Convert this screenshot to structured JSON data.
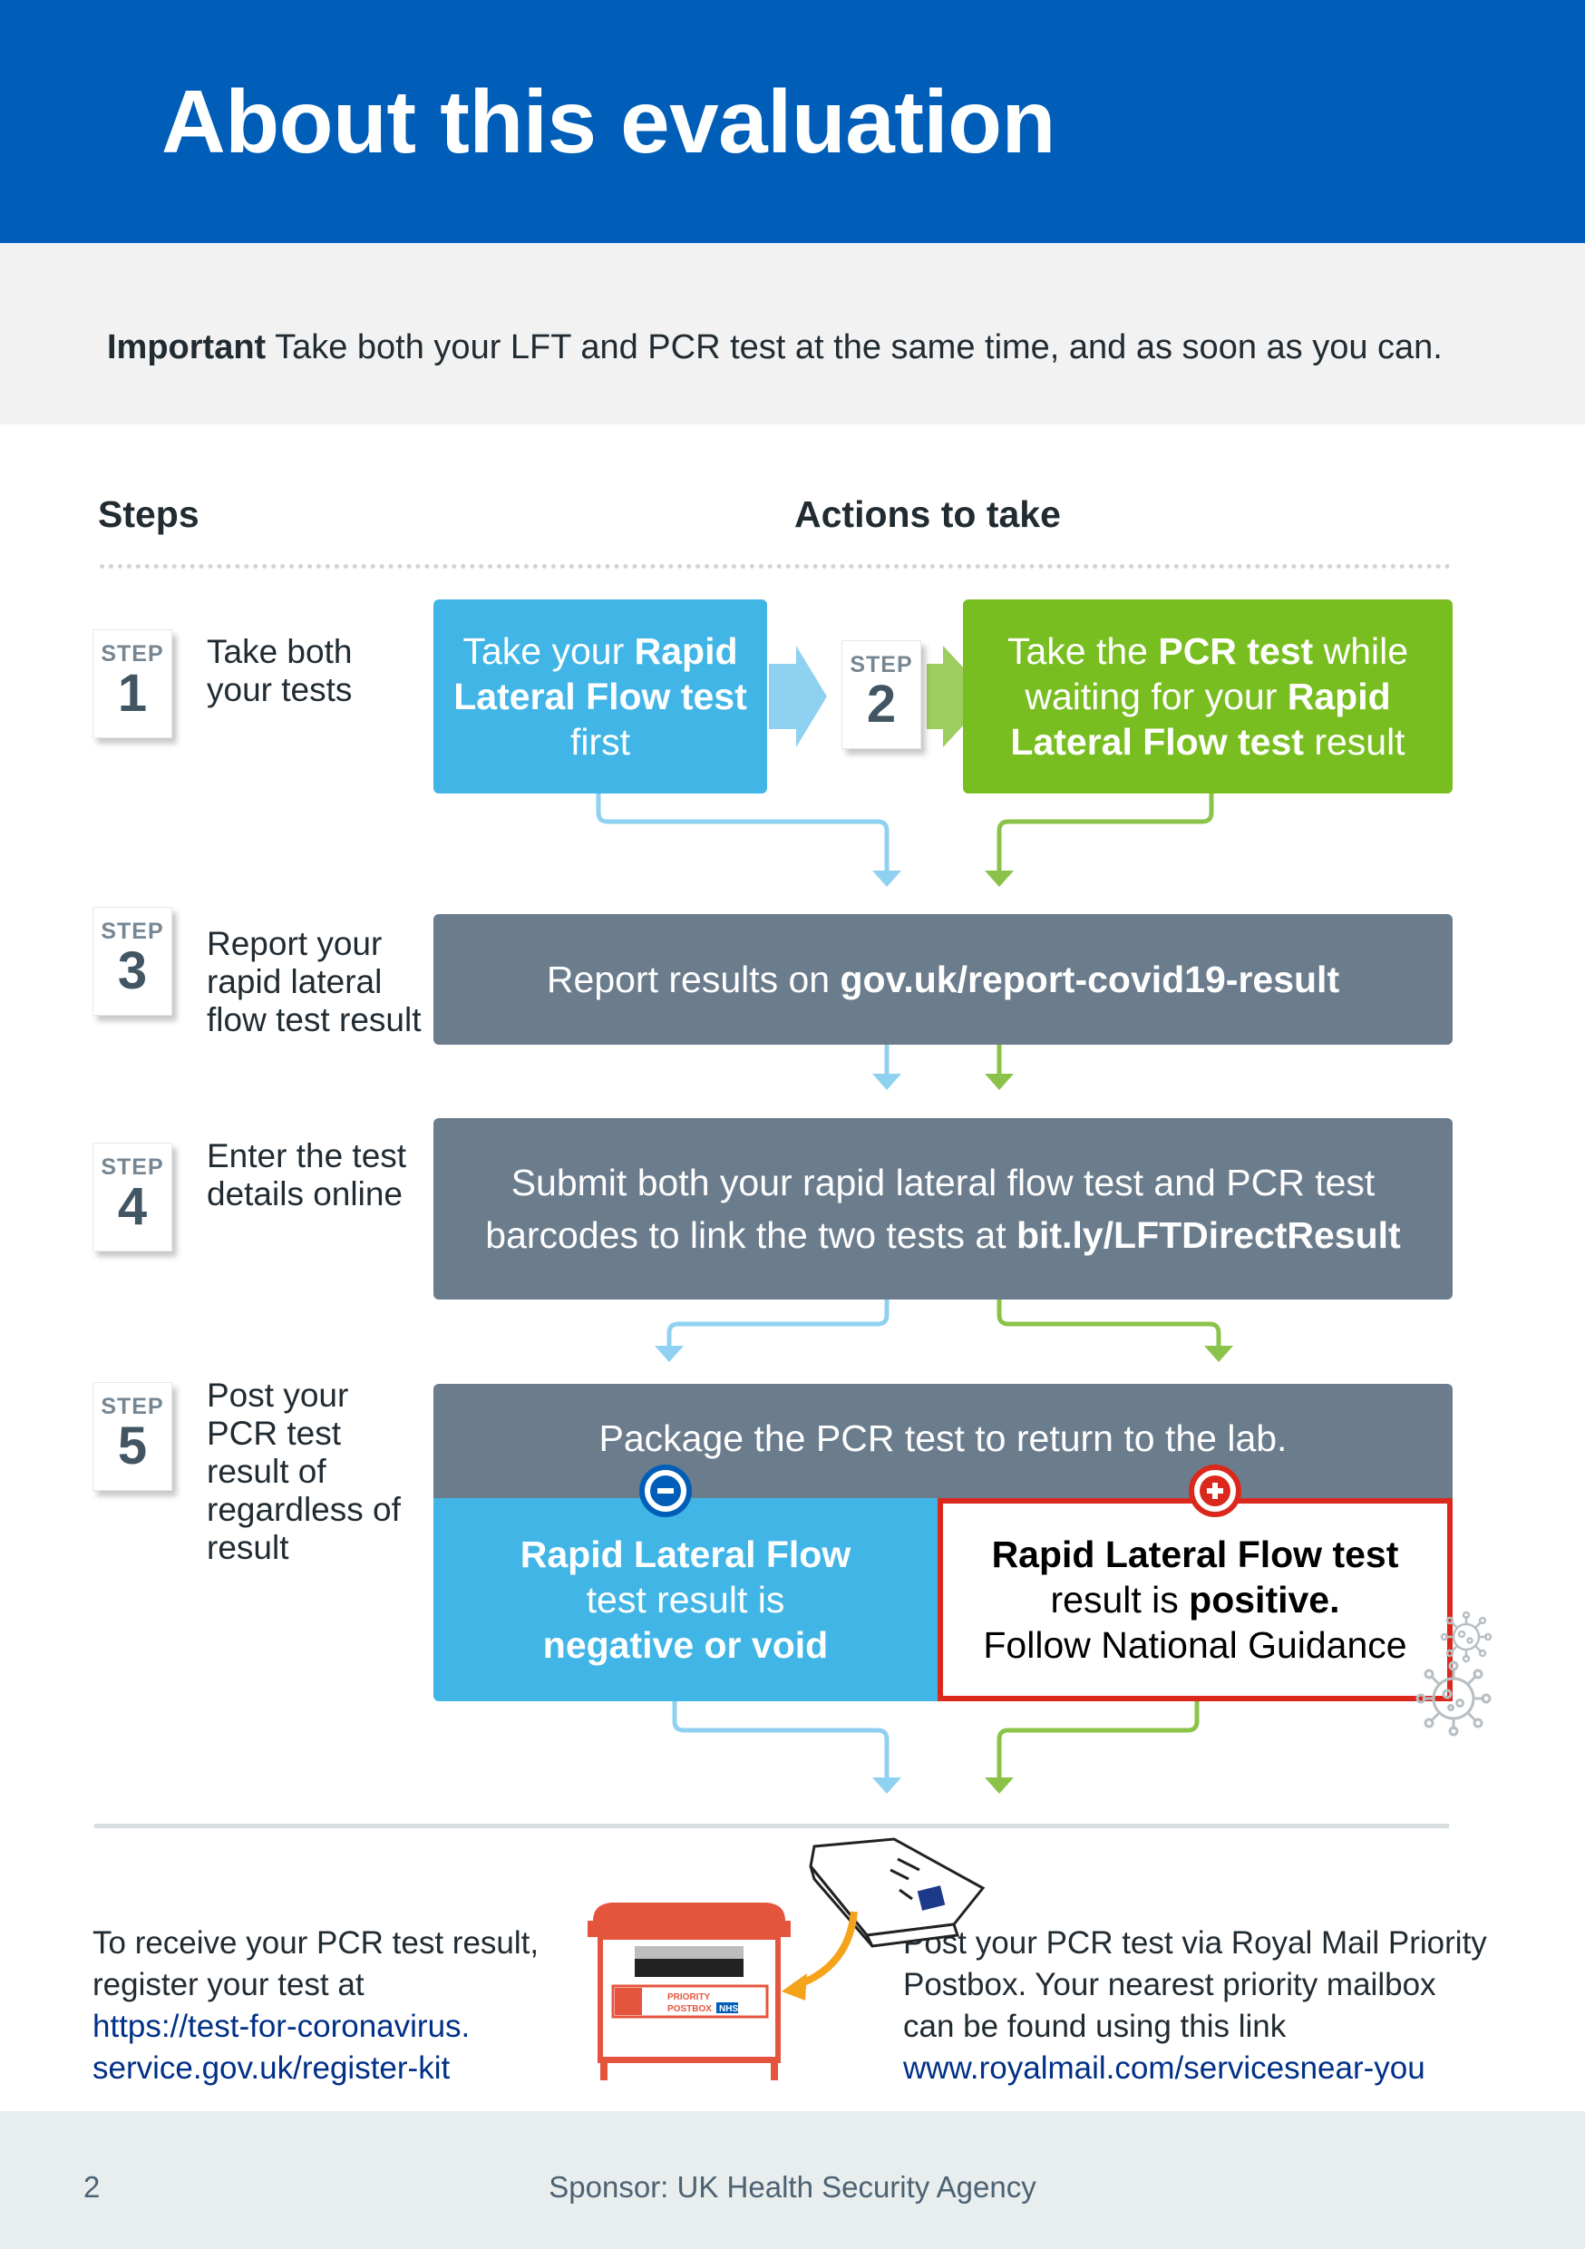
{
  "header": {
    "title": "About this evaluation"
  },
  "important": {
    "label": "Important",
    "text": " Take both your LFT and PCR test at the same time, and as soon as you can."
  },
  "columns": {
    "steps": "Steps",
    "actions": "Actions to take"
  },
  "steps": [
    {
      "word": "STEP",
      "number": "1",
      "text": [
        "Take both",
        "your tests"
      ]
    },
    {
      "word": "STEP",
      "number": "2"
    },
    {
      "word": "STEP",
      "number": "3",
      "text": [
        "Report your",
        "rapid lateral",
        "flow test result"
      ]
    },
    {
      "word": "STEP",
      "number": "4",
      "text": [
        "Enter the test",
        "details online"
      ]
    },
    {
      "word": "STEP",
      "number": "5",
      "text": [
        "Post your",
        "PCR test",
        "result of",
        "regardless of",
        "result"
      ]
    }
  ],
  "boxes": {
    "lft": {
      "a": "Take your ",
      "b": "Rapid Lateral Flow test",
      "c": " first"
    },
    "pcr": {
      "a": "Take the ",
      "b": "PCR test",
      "c": " while waiting for your ",
      "d": "Rapid Lateral Flow test",
      "e": " result"
    },
    "report": {
      "a": "Report results on ",
      "b": "gov.uk/report-covid19-result"
    },
    "submit": {
      "a": "Submit both your rapid lateral flow test and PCR test",
      "b": "barcodes to link the two tests at ",
      "c": "bit.ly/LFTDirectResult"
    },
    "package": "Package the PCR test to return to the lab.",
    "negative": {
      "a": "Rapid Lateral Flow",
      "b": "test result is",
      "c": "negative or void"
    },
    "positive": {
      "a": "Rapid Lateral Flow test",
      "b": "result is ",
      "c": "positive.",
      "d": "Follow National Guidance"
    }
  },
  "postbox": {
    "label1": "PRIORITY",
    "label2": "POSTBOX",
    "logo": "NHS"
  },
  "bottom_left": {
    "line1": "To receive your PCR test result,",
    "line2": "register your test at",
    "link1": "https://test-for-coronavirus.",
    "link2": "service.gov.uk/register-kit"
  },
  "bottom_right": {
    "line1": "Post your PCR test via Royal Mail Priority",
    "line2": "Postbox. Your nearest priority mailbox",
    "line3": "can be found using this link",
    "link": "www.royalmail.com/servicesnear-you"
  },
  "footer": {
    "page_number": "2",
    "sponsor": "Sponsor: UK Health Security Agency"
  },
  "colors": {
    "nhs_blue": "#005eb8",
    "light_blue": "#41b6e6",
    "green": "#78be20",
    "slate": "#6b7c8d",
    "red": "#da291c",
    "royal_mail_red": "#e5553d"
  },
  "icons": [
    "minus-circle-icon",
    "plus-circle-icon",
    "virus-icon",
    "envelope-icon",
    "postbox-icon",
    "curved-arrow-icon"
  ]
}
